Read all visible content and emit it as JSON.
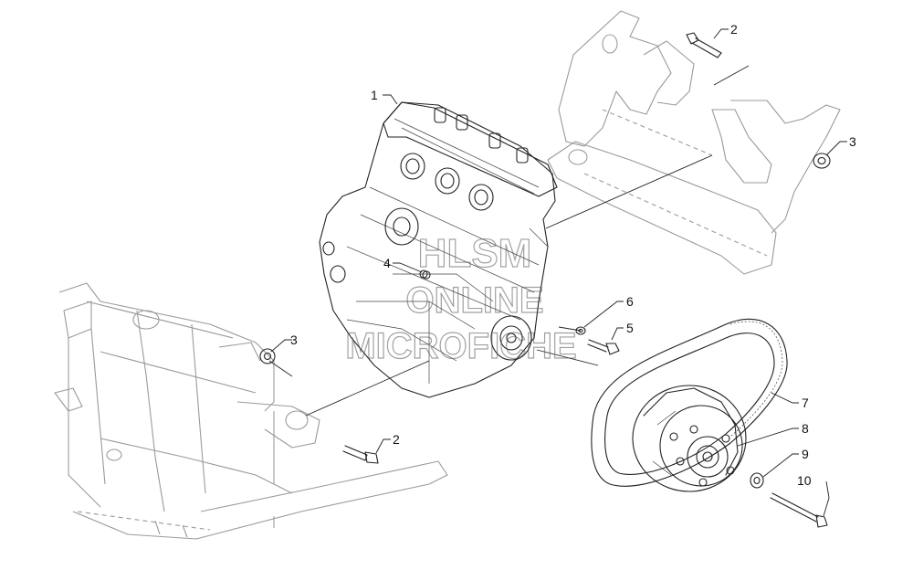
{
  "watermark": {
    "line1": "HLSM",
    "line2": "ONLINE",
    "line3": "MICROFICHE"
  },
  "callouts": [
    {
      "id": "c1",
      "label": "1"
    },
    {
      "id": "c2a",
      "label": "2"
    },
    {
      "id": "c3a",
      "label": "3"
    },
    {
      "id": "c3b",
      "label": "3"
    },
    {
      "id": "c4",
      "label": "4"
    },
    {
      "id": "c6",
      "label": "6"
    },
    {
      "id": "c5",
      "label": "5"
    },
    {
      "id": "c7",
      "label": "7"
    },
    {
      "id": "c8",
      "label": "8"
    },
    {
      "id": "c9",
      "label": "9"
    },
    {
      "id": "c2b",
      "label": "2"
    },
    {
      "id": "c10",
      "label": "10"
    }
  ],
  "parts": {
    "engine": "engine",
    "frame_left": "chassis-frame",
    "bracket_right": "engine-mount-bracket",
    "clutch": "drive-clutch",
    "belt": "drive-belt",
    "bolt_top": "bolt",
    "bolt_bottom": "bolt",
    "long_bolt": "long-bolt",
    "washer": "washer",
    "nut_right": "nut",
    "nut_left": "nut"
  }
}
